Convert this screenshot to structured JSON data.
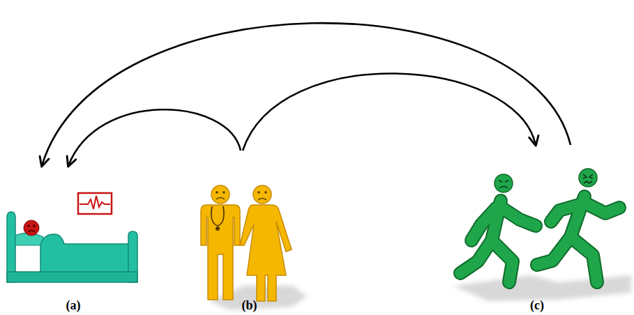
{
  "diagram": {
    "nodes": [
      {
        "text": [
          "(a)"
        ]
      },
      {
        "text": [
          "(b)"
        ]
      },
      {
        "text": [
          "(c)"
        ]
      }
    ],
    "edges": [
      {
        "from": 1,
        "to": 0,
        "arrow": "to"
      },
      {
        "from": 1,
        "to": 2,
        "arrow": "to"
      },
      {
        "from": 2,
        "to": 0,
        "arrow": "to"
      }
    ]
  }
}
